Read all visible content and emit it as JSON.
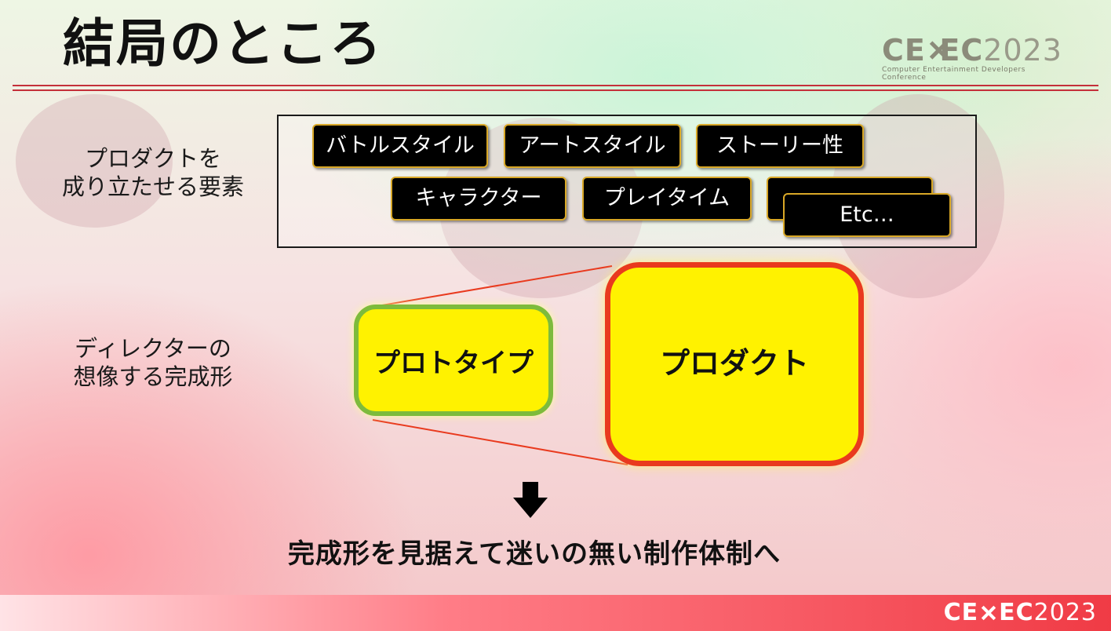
{
  "slide": {
    "title": "結局のところ",
    "logo": {
      "brand_left": "CE",
      "brand_right": "EC",
      "year": "2023",
      "subtitle": "Computer Entertainment Developers Conference"
    },
    "elements_label": [
      "プロダクトを",
      "成り立たせる要素"
    ],
    "elements": [
      "バトルスタイル",
      "アートスタイル",
      "ストーリー性",
      "キャラクター",
      "プレイタイム",
      "Etc…"
    ],
    "vision_label": [
      "ディレクターの",
      "想像する完成形"
    ],
    "prototype_label": "プロトタイプ",
    "product_label": "プロダクト",
    "conclusion": "完成形を見据えて迷いの無い制作体制へ",
    "footer_logo": {
      "brand_left": "CE",
      "brand_right": "EC",
      "year": "2023"
    },
    "colors": {
      "accent_red": "#c4303a",
      "prototype_fill": "#fff200",
      "prototype_border": "#7dbb3c",
      "product_border": "#e93a1e",
      "pill_border": "#d9a827"
    }
  }
}
